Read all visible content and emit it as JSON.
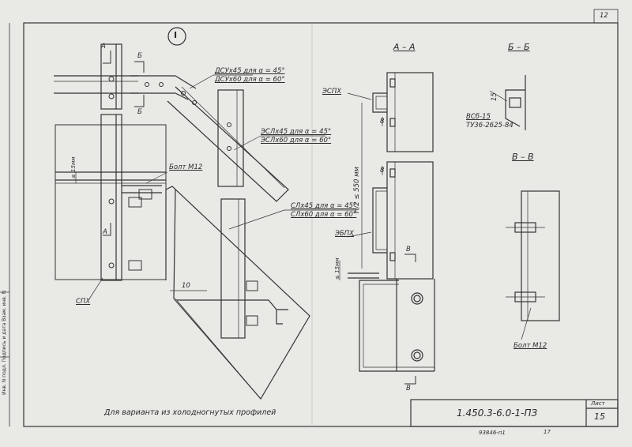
{
  "sheet": {
    "page_corner": "12",
    "node_marker": "I"
  },
  "labels": {
    "a_top": "А",
    "b_top": "Б",
    "b_bottom": "Б",
    "a_bottom": "А",
    "dsux": "ДСУх45 для α = 45°",
    "dsux2": "ДСУх60 для α = 60°",
    "eslx": "ЭСЛх45 для α = 45°",
    "eslx2": "ЭСЛх60 для α = 60°",
    "bolt_m12": "Болт М12",
    "slx": "СЛх45 для α = 45°",
    "slx2": "СЛх60 для α = 60°",
    "dim_15": "≤ 15мм",
    "dim_10": "10",
    "spx": "СПХ"
  },
  "section_aa": {
    "title": "А – А",
    "espx": "ЭСПХ",
    "ebpx": "ЭБПХ",
    "dim_8a": "8",
    "dim_8b": "8",
    "h_dim": "Н/2 ≤ 550 мм",
    "dim_15": "≤ 15мм",
    "b_mark": "В",
    "b_mark_bottom": "В"
  },
  "section_bb": {
    "title": "Б – Б",
    "dim": "15",
    "part": "ВСб-15",
    "standard": "ТУ36-2625-84"
  },
  "section_vv": {
    "title": "В – В",
    "bolt": "Болт М12"
  },
  "footer": {
    "caption": "Для варианта из холодногнутых профилей",
    "doc_code": "1.450.3-6.0-1-ПЗ",
    "sheet_label": "Лист",
    "sheet_no": "15",
    "archive": "93846-п1",
    "archive_page": "17",
    "margin_text": "Инв. N подл. Подпись и дата Взам. инв. N"
  }
}
